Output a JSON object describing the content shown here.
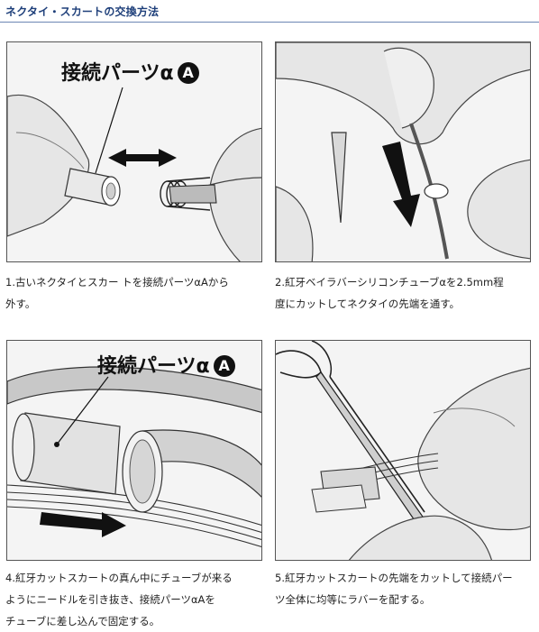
{
  "header": {
    "title": "ネクタイ・スカートの交換方法"
  },
  "panels": [
    {
      "label": "接続パーツα",
      "badge": "A",
      "caption_lines": [
        "1.古いネクタイとスカー トを接続パーツαAから",
        "外す。"
      ]
    },
    {
      "caption_lines": [
        "2.紅牙ベイラバーシリコンチューブαを2.5mm程",
        "度にカットしてネクタイの先端を通す。"
      ]
    },
    {
      "label": "接続パーツα",
      "badge": "A",
      "caption_lines": [
        "4.紅牙カットスカートの真ん中にチューブが来る",
        "ようにニードルを引き抜き、接続パーツαAを",
        "チューブに差し込んで固定する。"
      ]
    },
    {
      "caption_lines": [
        "5.紅牙カットスカートの先端をカットして接続パー",
        "ツ全体に均等にラバーを配する。"
      ]
    }
  ]
}
